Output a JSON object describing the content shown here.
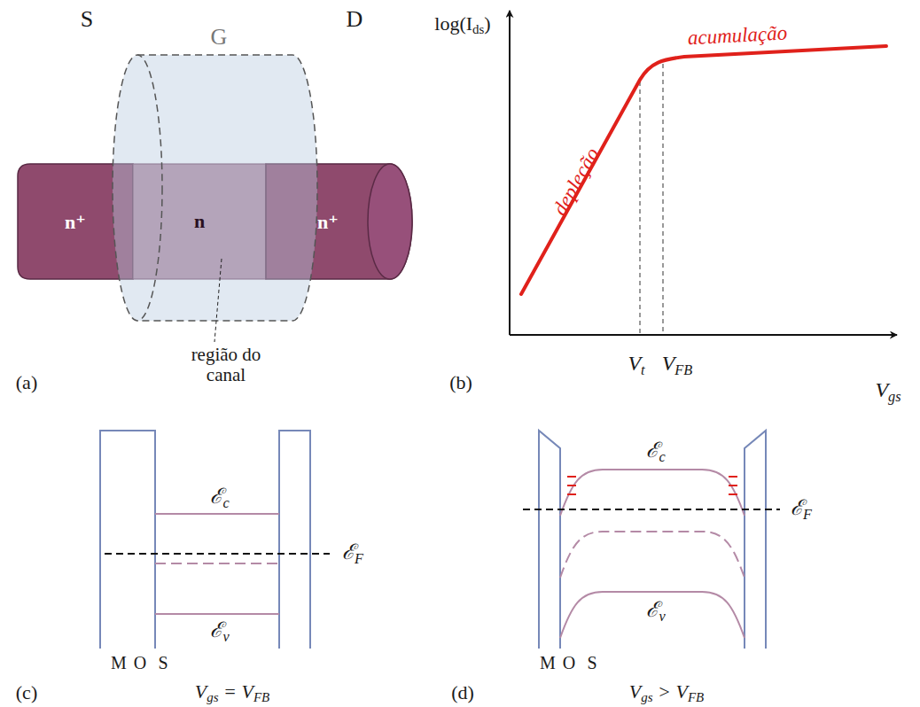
{
  "diagram": {
    "nodes": [
      {
        "text": [
          "n⁺"
        ]
      },
      {
        "text": [
          "n"
        ]
      },
      {
        "text": [
          "n⁺"
        ]
      }
    ],
    "labels": [
      "S",
      "G",
      "D",
      "região do canal",
      "(a)",
      "log(Ids)",
      "depleção",
      "acumulação",
      "Vt",
      "VFB",
      "Vgs",
      "(b)",
      "ℰc",
      "ℰF",
      "ℰv",
      "M",
      "O",
      "S",
      "(c)",
      "Vgs = VFB",
      "ℰc",
      "ℰF",
      "ℰv",
      "M",
      "O",
      "S",
      "(d)",
      "Vgs > VFB"
    ]
  }
}
